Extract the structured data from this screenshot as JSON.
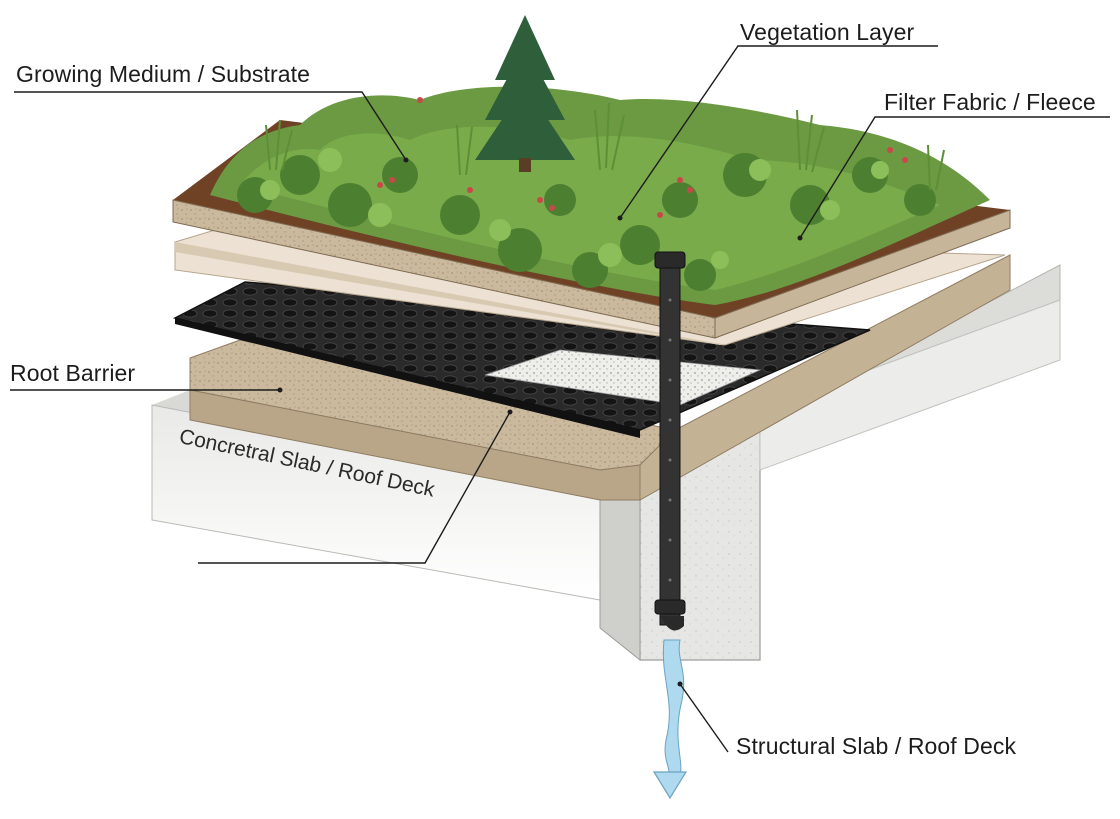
{
  "diagram": {
    "labels": {
      "growing_medium": "Growing Medium / Substrate",
      "vegetation": "Vegetation Layer",
      "filter_fabric": "Filter Fabric / Fleece",
      "root_barrier": "Root Barrier",
      "slab_text": "Concretral Slab / Roof Deck",
      "structural_slab": "Structural Slab / Roof Deck"
    },
    "colors": {
      "soil": "#7a4a2c",
      "substrate": "#c9b79a",
      "fabric": "#e9dccb",
      "drainage_mat": "#2b2b2b",
      "concrete": "#e4e4e2",
      "foliage": "#5e8f3a",
      "conifer": "#2f5e3a",
      "pipe": "#333333",
      "water": "#9fd2ea"
    }
  }
}
